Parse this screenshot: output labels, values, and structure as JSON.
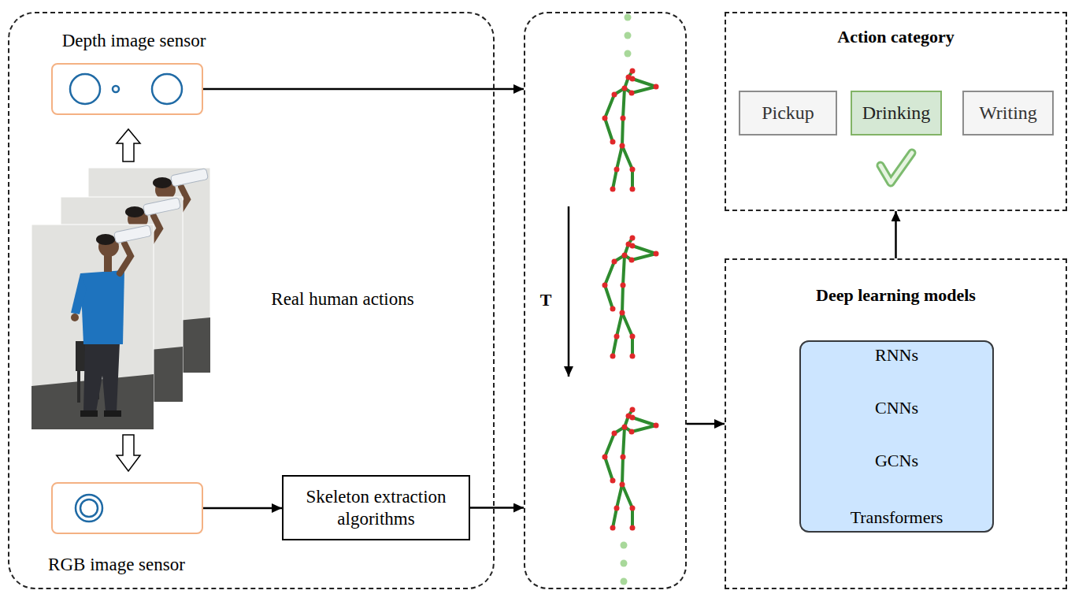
{
  "diagram": {
    "nodes": [
      {
        "text": [
          "Real human actions"
        ]
      },
      {
        "text": [
          "Depth image sensor"
        ],
        "in": 0
      },
      {
        "text": [
          "RGB image sensor"
        ],
        "in": 0
      },
      {
        "text": [
          "Skeleton extraction algorithms"
        ]
      },
      {
        "text": [
          "T"
        ]
      },
      {
        "text": [
          "Action category"
        ]
      },
      {
        "text": [
          "Pickup"
        ],
        "in": 5
      },
      {
        "text": [
          "Drinking"
        ],
        "in": 5
      },
      {
        "text": [
          "Writing"
        ],
        "in": 5
      },
      {
        "text": [
          "Deep learning models"
        ]
      },
      {
        "text": [
          "RNNs",
          "CNNs",
          "GCNs",
          "Transformers"
        ],
        "in": 9
      }
    ],
    "edges": [
      {
        "from": 1,
        "to": 4,
        "arrow": "to"
      },
      {
        "from": 2,
        "to": 3,
        "arrow": "to"
      },
      {
        "from": 3,
        "to": 4,
        "arrow": "to"
      },
      {
        "from": 4,
        "to": 9,
        "arrow": "to"
      },
      {
        "from": 9,
        "to": 5,
        "arrow": "to"
      }
    ]
  }
}
